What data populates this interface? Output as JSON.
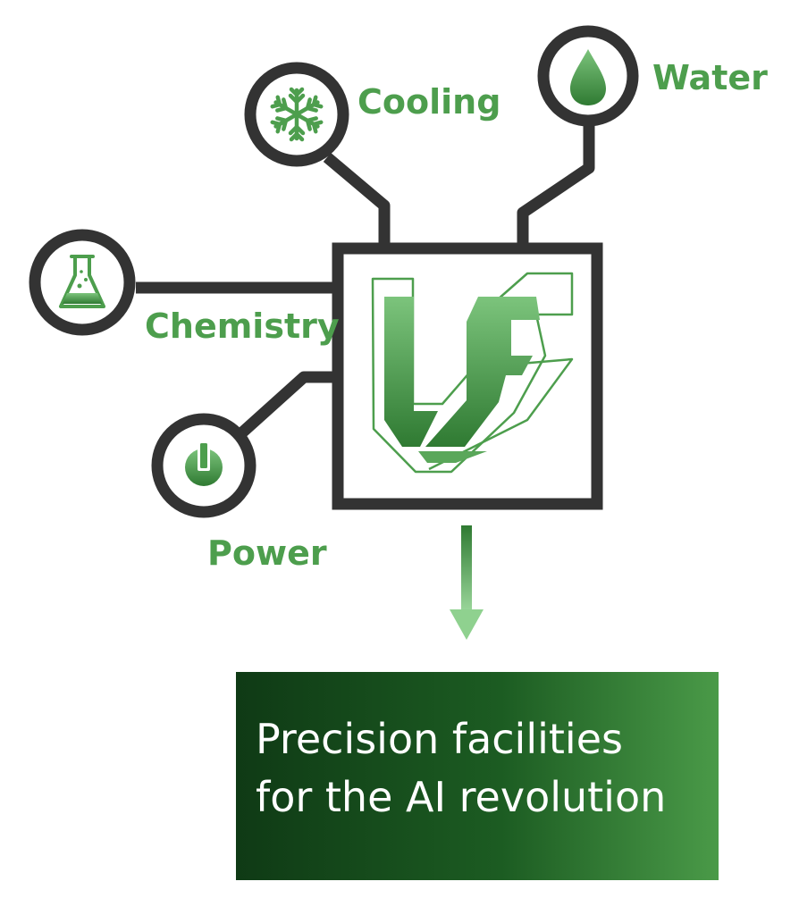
{
  "nodes": {
    "cooling": "Cooling",
    "water": "Water",
    "chemistry": "Chemistry",
    "power": "Power"
  },
  "banner": {
    "line1": "Precision facilities",
    "line2": "for the AI revolution"
  },
  "colors": {
    "accent_green": "#4d9e4d",
    "outline_dark": "#333333",
    "banner_dark": "#0f3a15",
    "banner_light": "#4a9a48",
    "text_white": "#ffffff"
  },
  "icons": {
    "cooling": "snowflake-icon",
    "water": "water-drop-icon",
    "chemistry": "flask-icon",
    "power": "power-icon",
    "center": "vf-logo"
  }
}
